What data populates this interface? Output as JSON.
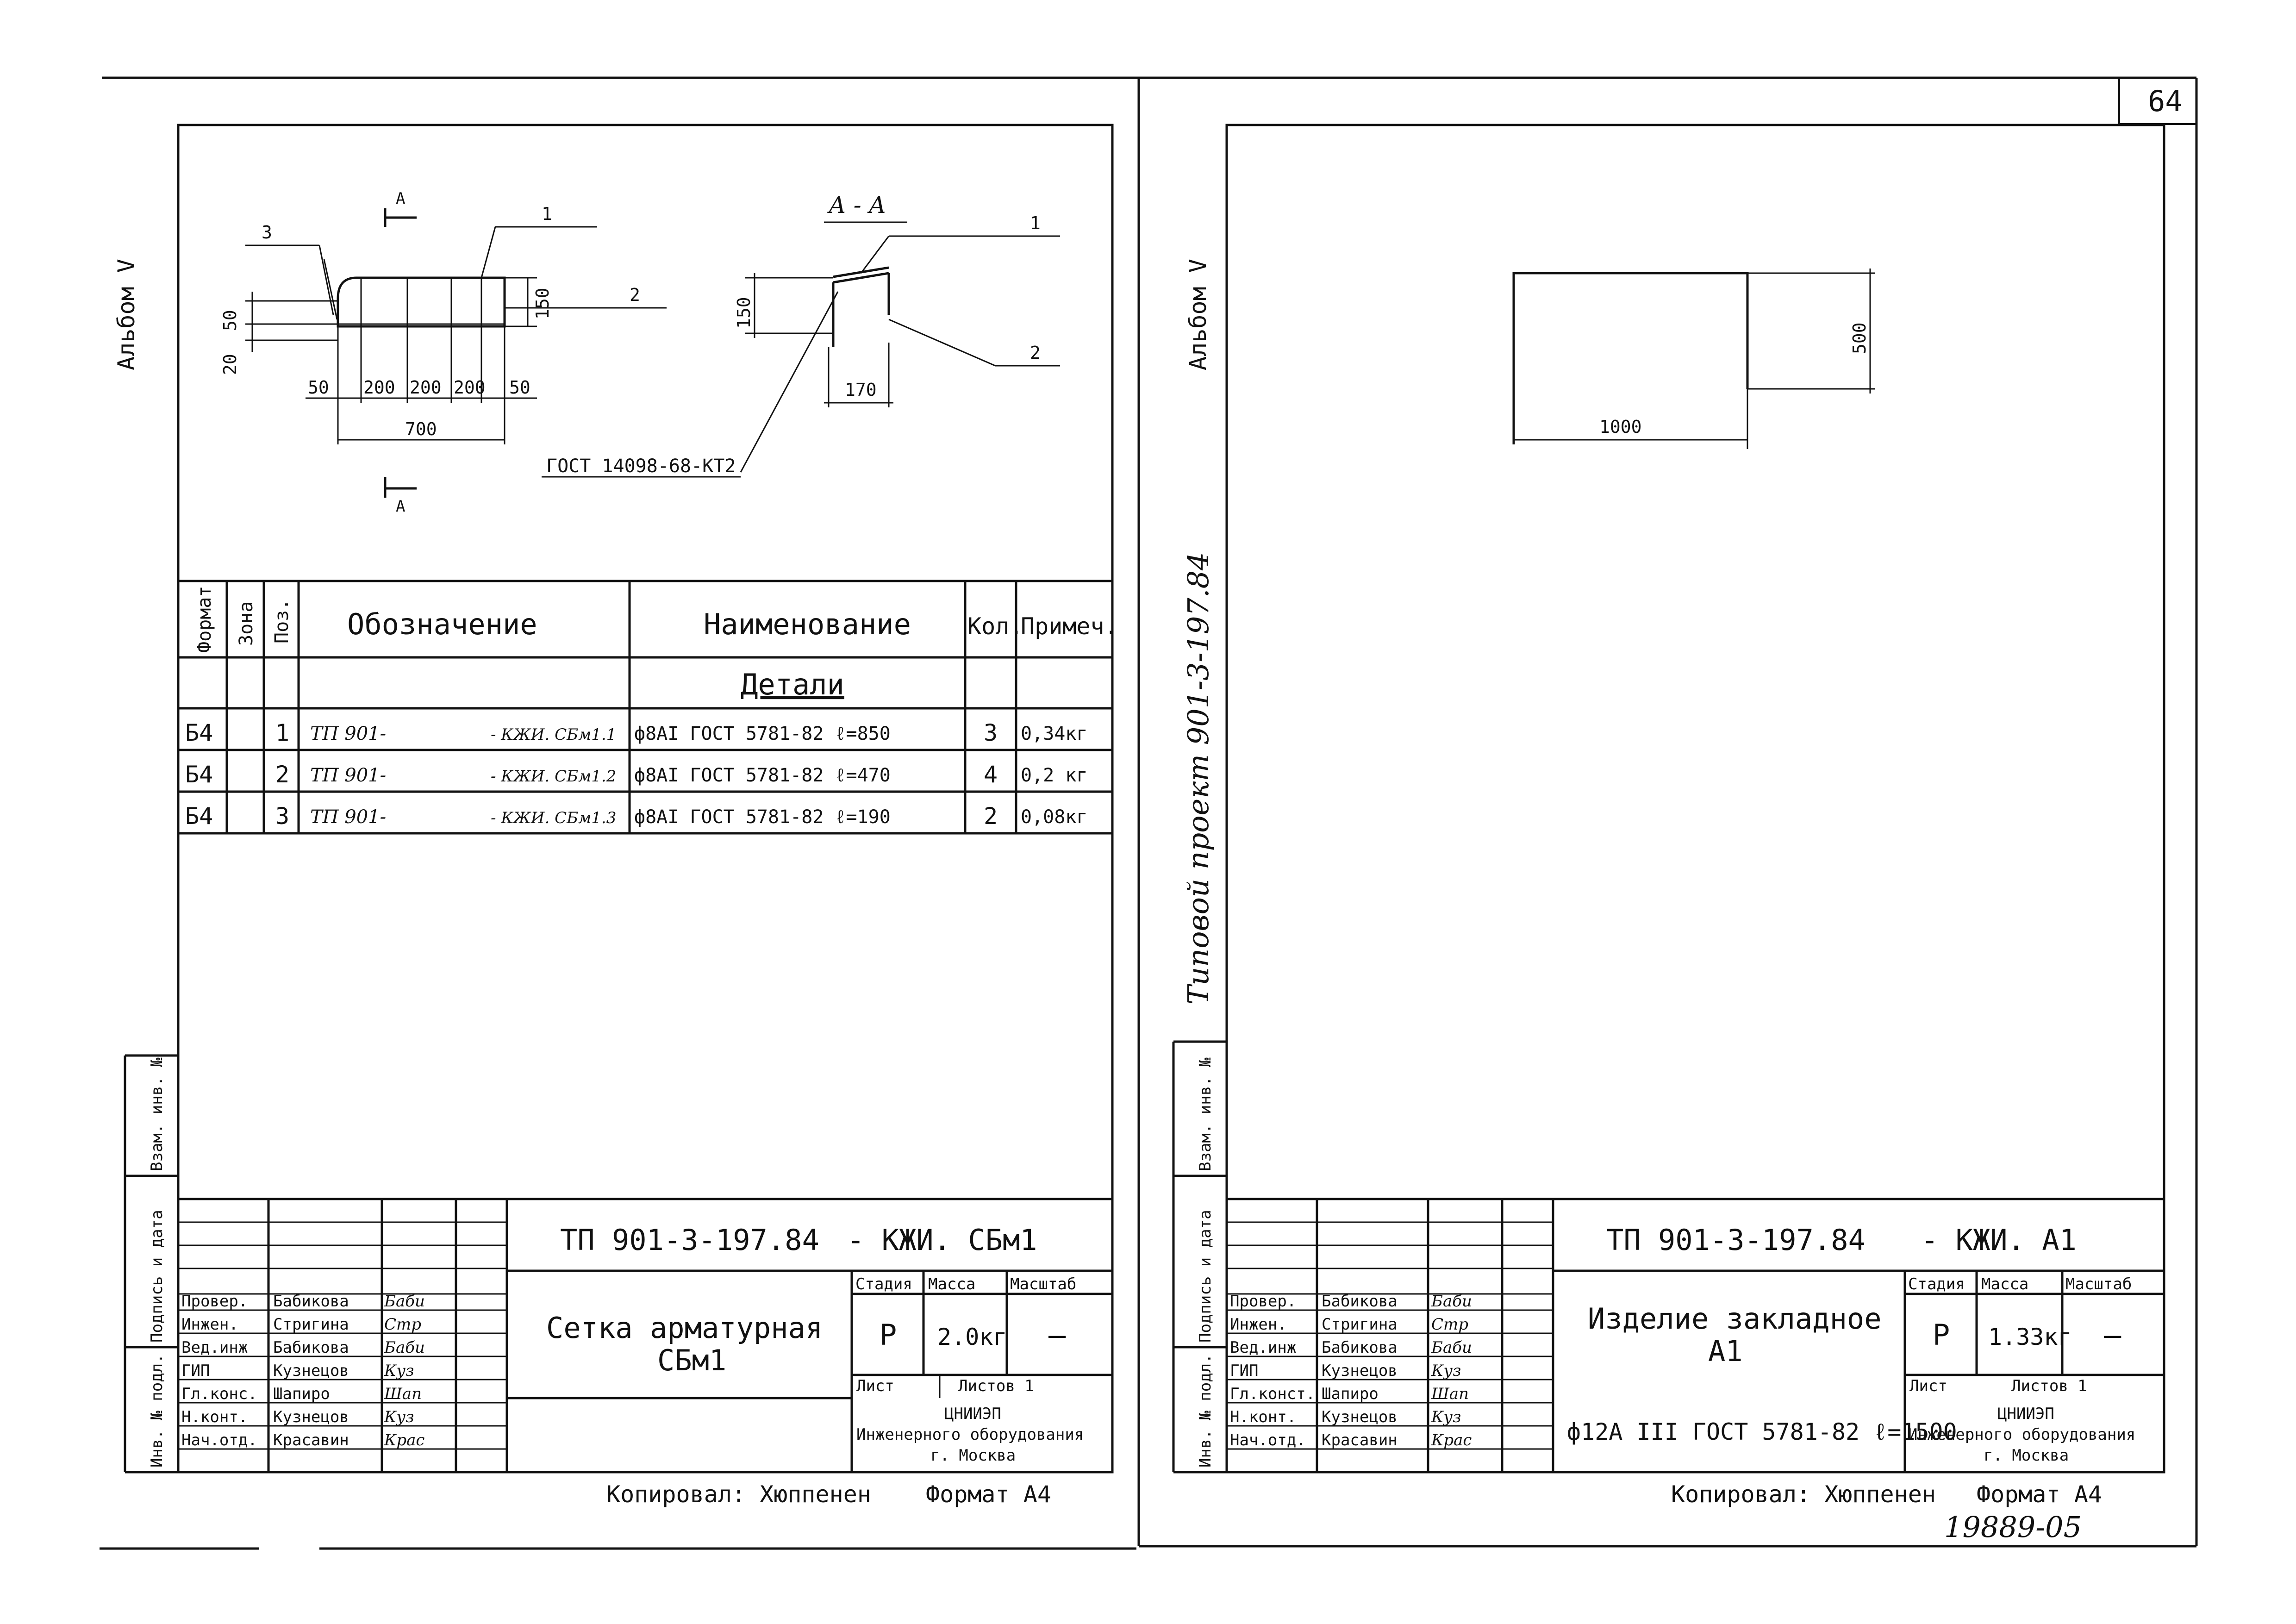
{
  "sheet_number": "64",
  "inventory": "19889-05",
  "margin_left": {
    "album": "Альбом V",
    "inv_no": "Инв. № подл.",
    "sign_date": "Подпись и дата",
    "vzam": "Взам. инв. №"
  },
  "margin_right": {
    "album": "Альбом V",
    "project": "Типовой проект 901-3-197.84",
    "inv_no": "Инв. № подл.",
    "sign_date": "Подпись и дата",
    "vzam": "Взам. инв. №"
  },
  "left_sheet": {
    "drawing": {
      "section_label": "А - А",
      "section_mark": "А",
      "pos1": "1",
      "pos2": "2",
      "pos3": "3",
      "dims": {
        "d20": "20",
        "d50v": "50",
        "d150": "150",
        "d150s": "150",
        "d50a": "50",
        "d200a": "200",
        "d200b": "200",
        "d200c": "200",
        "d50b": "50",
        "d700": "700",
        "d170": "170"
      },
      "gost_weld": "ГОСТ 14098-68-КТ2"
    },
    "spec": {
      "headers": {
        "format": "Формат",
        "zone": "Зона",
        "pos": "Поз.",
        "designation": "Обозначение",
        "name": "Наименование",
        "qty": "Кол.",
        "note": "Примеч."
      },
      "section": "Детали",
      "rows": [
        {
          "format": "Б4",
          "pos": "1",
          "des_a": "ТП 901-",
          "des_b": "- КЖИ. СБм1.1",
          "name": "ф8АI ГОСТ 5781-82 ℓ=850",
          "qty": "3",
          "note": "0,34кг"
        },
        {
          "format": "Б4",
          "pos": "2",
          "des_a": "ТП 901-",
          "des_b": "- КЖИ. СБм1.2",
          "name": "ф8АI ГОСТ 5781-82 ℓ=470",
          "qty": "4",
          "note": "0,2 кг"
        },
        {
          "format": "Б4",
          "pos": "3",
          "des_a": "ТП 901-",
          "des_b": "- КЖИ. СБм1.3",
          "name": "ф8АI ГОСТ 5781-82 ℓ=190",
          "qty": "2",
          "note": "0,08кг"
        }
      ]
    },
    "title_block": {
      "code": "ТП 901-3-197.84",
      "code_suffix": "- КЖИ. СБм1",
      "name_line1": "Сетка арматурная",
      "name_line2": "СБм1",
      "stage_label": "Стадия",
      "mass_label": "Масса",
      "scale_label": "Масштаб",
      "stage": "Р",
      "mass": "2.0кг",
      "scale": "—",
      "sheet_label": "Лист",
      "sheets_label": "Листов 1",
      "org_line1": "ЦНИИЭП",
      "org_line2": "Инженерного оборудования",
      "org_line3": "г. Москва",
      "people": [
        {
          "role": "Провер.",
          "name": "Бабикова",
          "sign": "Баби"
        },
        {
          "role": "Инжен.",
          "name": "Стригина",
          "sign": "Стр"
        },
        {
          "role": "Вед.инж",
          "name": "Бабикова",
          "sign": "Баби"
        },
        {
          "role": "ГИП",
          "name": "Кузнецов",
          "sign": "Куз"
        },
        {
          "role": "Гл.конс.",
          "name": "Шапиро",
          "sign": "Шап"
        },
        {
          "role": "Н.конт.",
          "name": "Кузнецов",
          "sign": "Куз"
        },
        {
          "role": "Нач.отд.",
          "name": "Красавин",
          "sign": "Крас"
        }
      ]
    },
    "copied": "Копировал: Хюппенен",
    "format": "Формат А4"
  },
  "right_sheet": {
    "drawing": {
      "d1000": "1000",
      "d500": "500"
    },
    "title_block": {
      "code": "ТП 901-3-197.84",
      "code_suffix": "- КЖИ. А1",
      "name_line1": "Изделие закладное",
      "name_line2": "А1",
      "material": "ф12А III  ГОСТ 5781-82 ℓ=1500",
      "stage_label": "Стадия",
      "mass_label": "Масса",
      "scale_label": "Масштаб",
      "stage": "Р",
      "mass": "1.33кг",
      "scale": "—",
      "sheet_label": "Лист",
      "sheets_label": "Листов 1",
      "org_line1": "ЦНИИЭП",
      "org_line2": "Инженерного оборудования",
      "org_line3": "г. Москва",
      "people": [
        {
          "role": "Провер.",
          "name": "Бабикова",
          "sign": "Баби"
        },
        {
          "role": "Инжен.",
          "name": "Стригина",
          "sign": "Стр"
        },
        {
          "role": "Вед.инж",
          "name": "Бабикова",
          "sign": "Баби"
        },
        {
          "role": "ГИП",
          "name": "Кузнецов",
          "sign": "Куз"
        },
        {
          "role": "Гл.конст.",
          "name": "Шапиро",
          "sign": "Шап"
        },
        {
          "role": "Н.конт.",
          "name": "Кузнецов",
          "sign": "Куз"
        },
        {
          "role": "Нач.отд.",
          "name": "Красавин",
          "sign": "Крас"
        }
      ]
    },
    "copied": "Копировал: Хюппенен",
    "format": "Формат А4"
  }
}
